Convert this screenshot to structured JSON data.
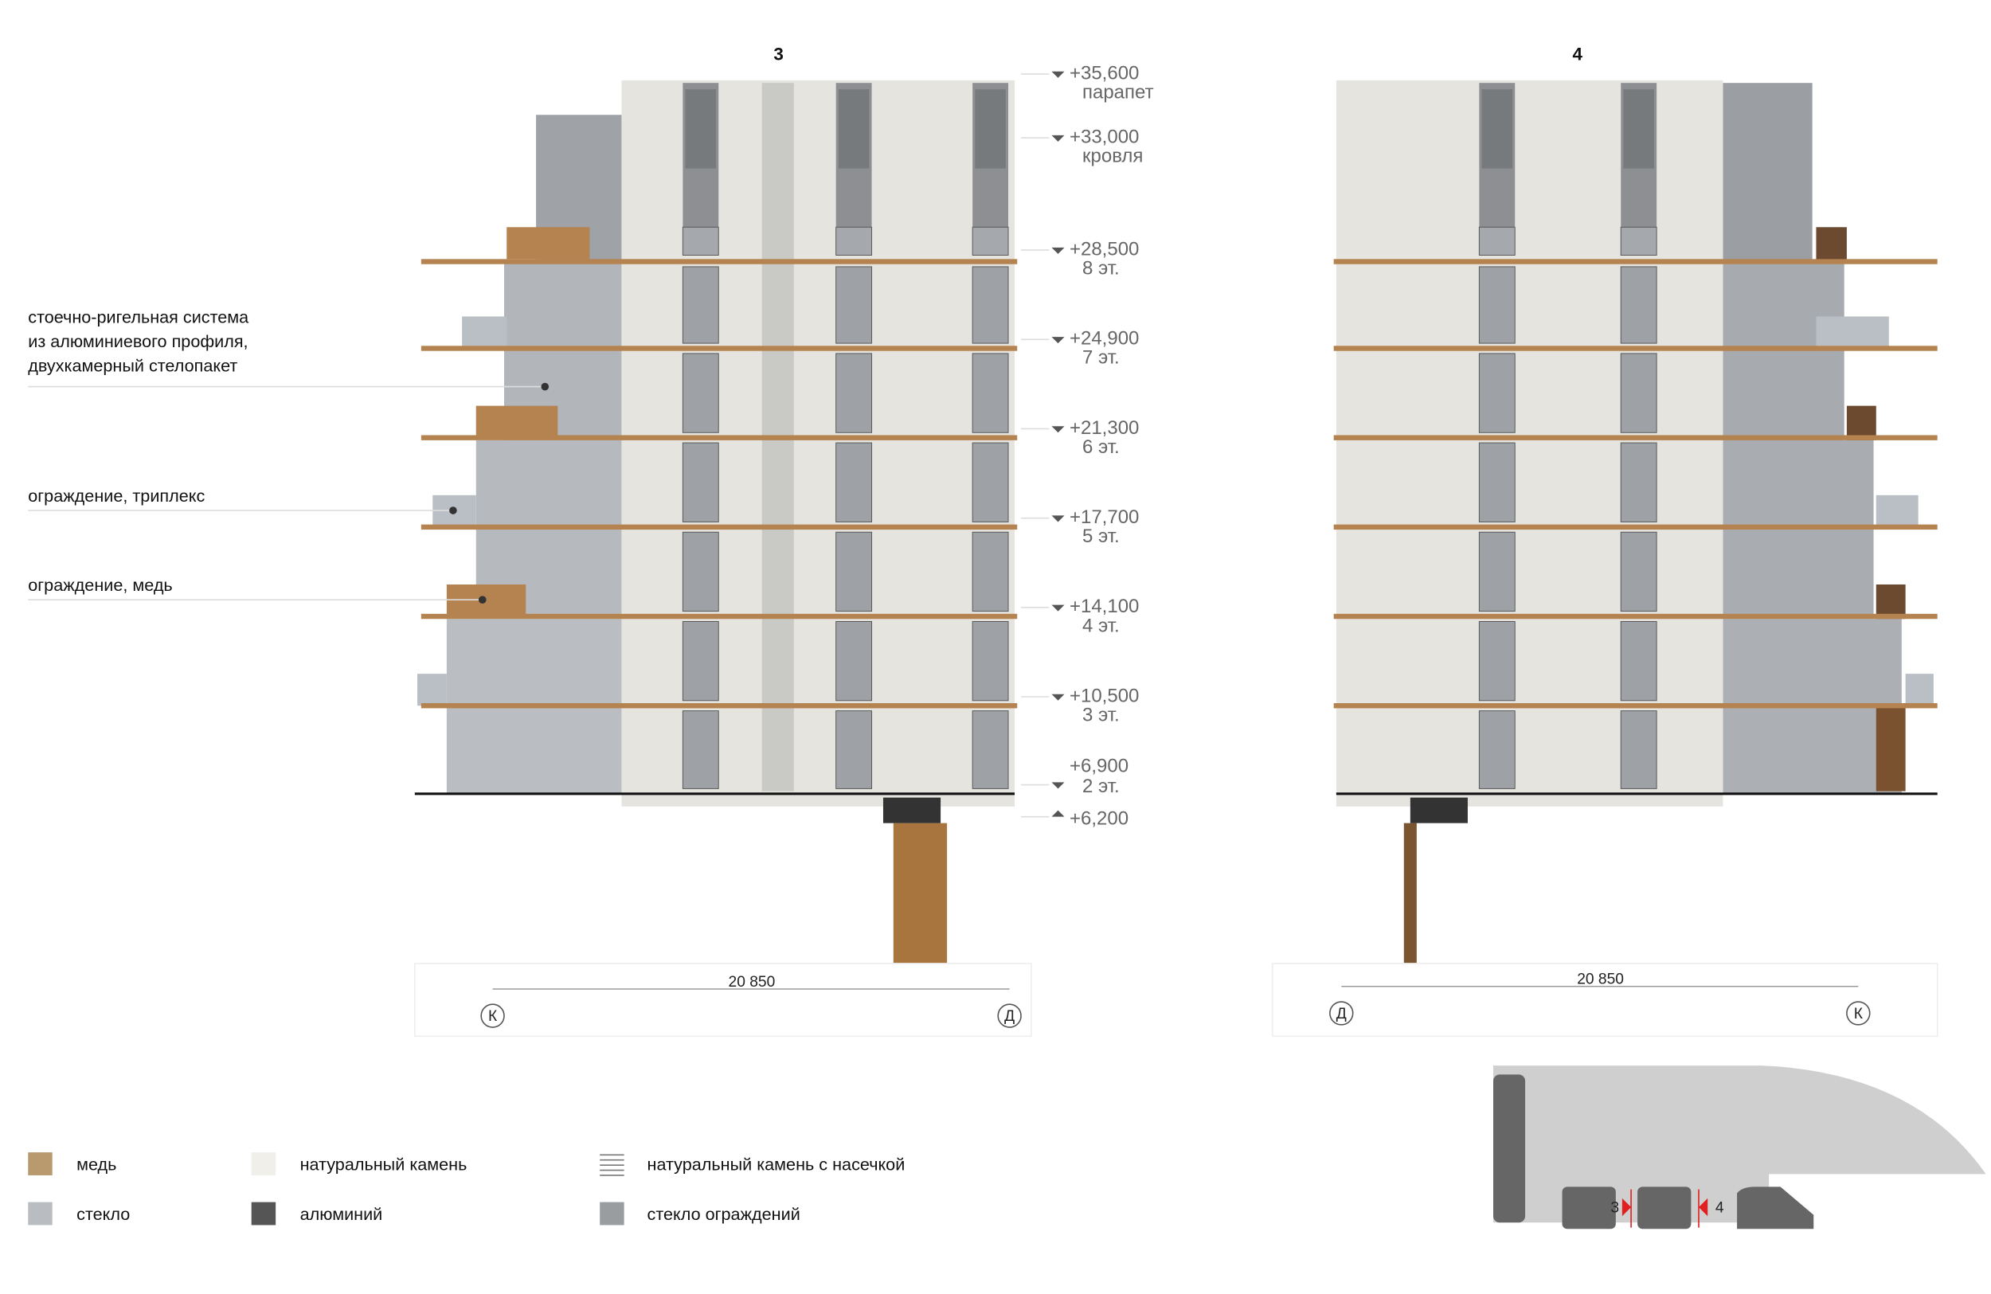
{
  "elevations": {
    "left_title": "3",
    "right_title": "4",
    "levels": [
      {
        "value": "+35,600",
        "name": "парапет"
      },
      {
        "value": "+33,000",
        "name": "кровля"
      },
      {
        "value": "+28,500",
        "name": "8 эт."
      },
      {
        "value": "+24,900",
        "name": "7 эт."
      },
      {
        "value": "+21,300",
        "name": "6 эт."
      },
      {
        "value": "+17,700",
        "name": "5 эт."
      },
      {
        "value": "+14,100",
        "name": "4 эт."
      },
      {
        "value": "+10,500",
        "name": "3 эт."
      },
      {
        "value": "+6,900",
        "name": "2 эт."
      },
      {
        "value": "+6,200",
        "name": ""
      }
    ]
  },
  "callouts": [
    {
      "lines": [
        "стоечно-ригельная система",
        "из алюминиевого профиля,",
        "двухкамерный стелопакет"
      ]
    },
    {
      "lines": [
        "ограждение, триплекс"
      ]
    },
    {
      "lines": [
        "ограждение, медь"
      ]
    }
  ],
  "dimensions": {
    "left": {
      "value": "20 850",
      "axis_start": "К",
      "axis_end": "Д"
    },
    "right": {
      "value": "20 850",
      "axis_start": "Д",
      "axis_end": "К"
    }
  },
  "key_plan": {
    "marker_3": "3",
    "marker_4": "4"
  },
  "legend": [
    {
      "label": "медь",
      "color": "#b89a6e"
    },
    {
      "label": "натуральный камень",
      "color": "#f0efea"
    },
    {
      "label": "натуральный камень с насечкой",
      "color": "#999999"
    },
    {
      "label": "стекло",
      "color": "#b9bcc0"
    },
    {
      "label": "алюминий",
      "color": "#555555"
    },
    {
      "label": "стекло ограждений",
      "color": "#9a9d9f"
    }
  ],
  "colors": {
    "copper": "#b4834f",
    "stone": "#e6e4df",
    "glass": "#a9adb2",
    "aluminium": "#555555",
    "marker": "#e02020"
  }
}
